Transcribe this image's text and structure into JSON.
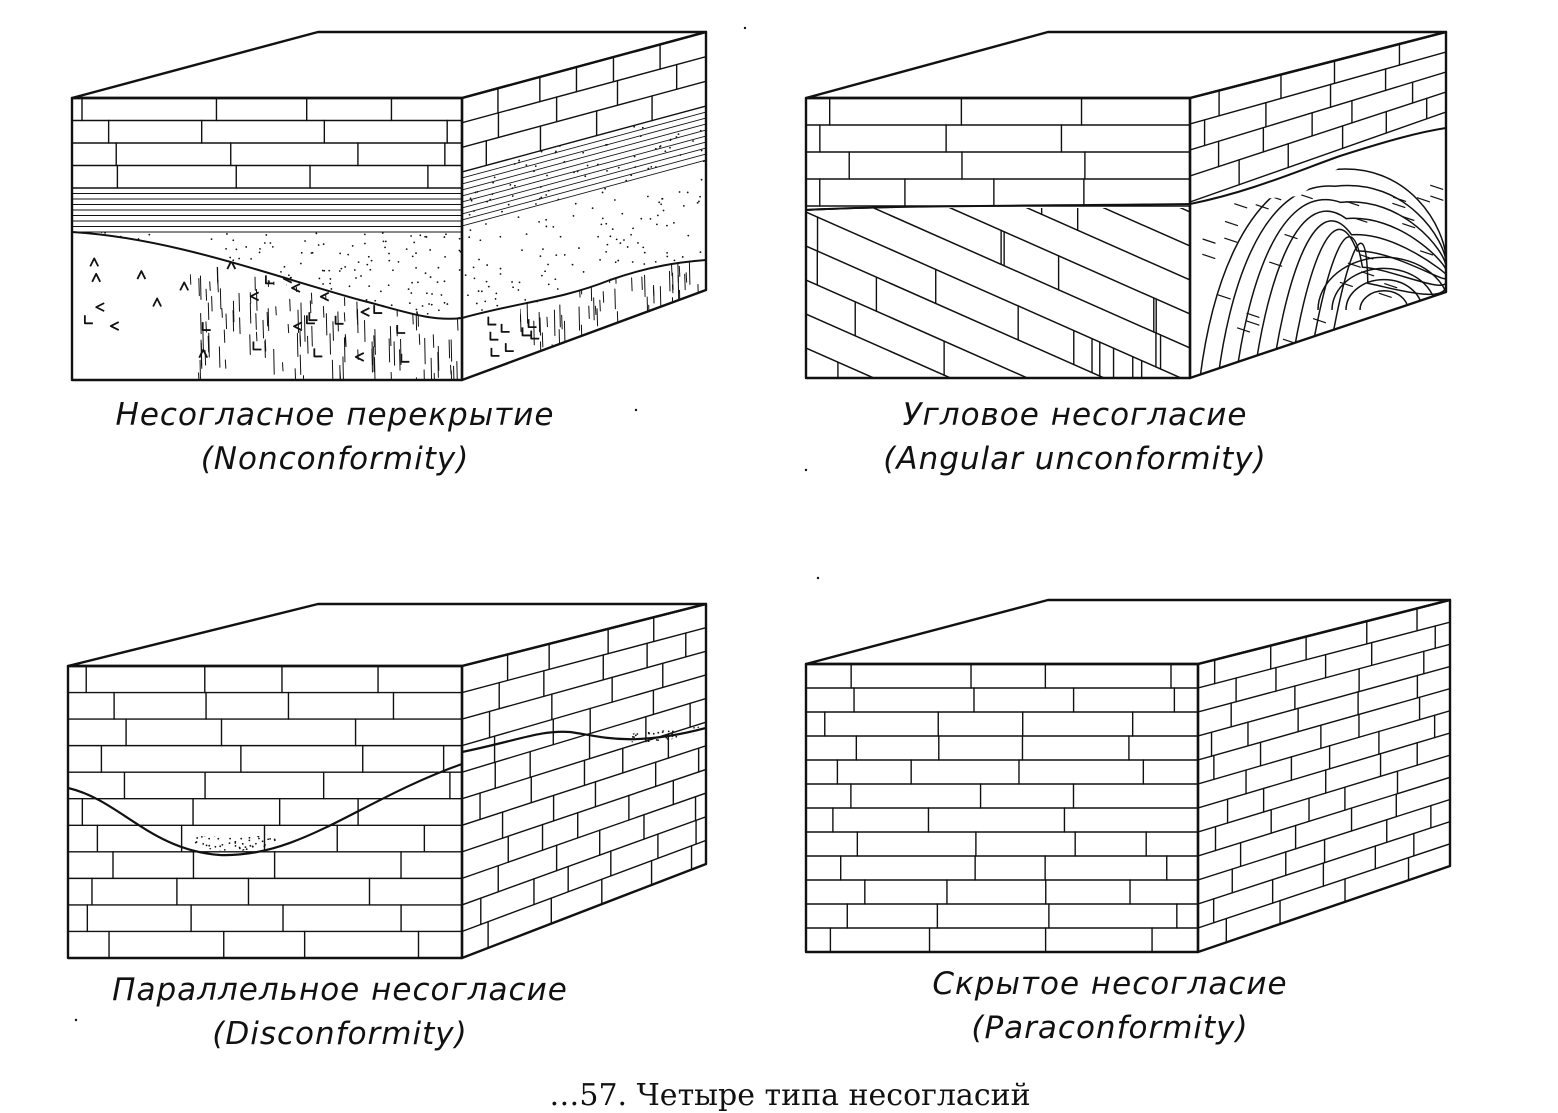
{
  "diagrams": [
    {
      "id": "nonconformity",
      "label_ru": "Несогласное перекрытие",
      "label_en": "(Nonconformity)"
    },
    {
      "id": "angular",
      "label_ru": "Угловое несогласие",
      "label_en": "(Angular unconformity)"
    },
    {
      "id": "disconformity",
      "label_ru": "Параллельное несогласие",
      "label_en": "(Disconformity)"
    },
    {
      "id": "paraconformity",
      "label_ru": "Скрытое несогласие",
      "label_en": "(Paraconformity)"
    }
  ],
  "figure_title": "…57. Четыре типа несогласий",
  "colors": {
    "ink": "#111111",
    "paper": "#ffffff"
  }
}
